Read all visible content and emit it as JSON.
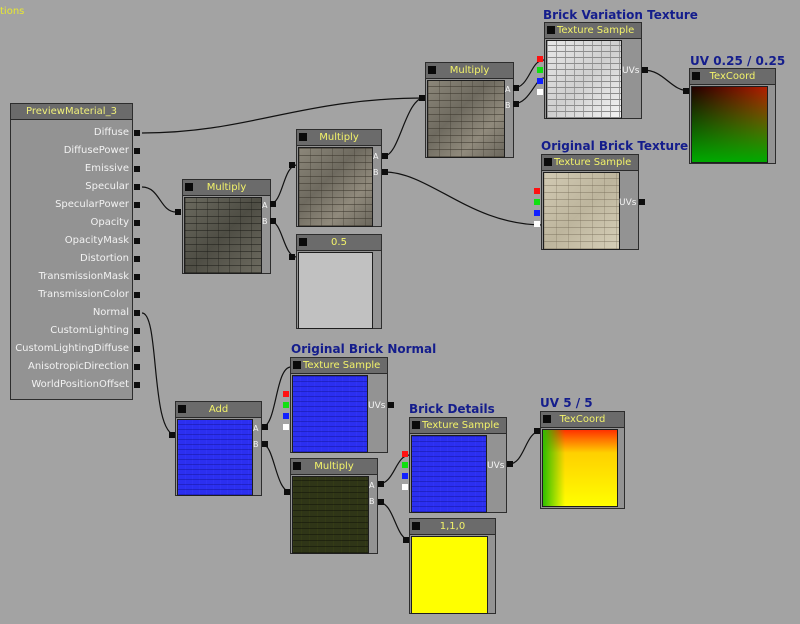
{
  "top_left_fragment": "tions",
  "colors": {
    "canvas": "#a3a3a3",
    "title_blue": "#141d8c",
    "header_text": "#f3f36a"
  },
  "main_node": {
    "title": "PreviewMaterial_3",
    "inputs": [
      "Diffuse",
      "DiffusePower",
      "Emissive",
      "Specular",
      "SpecularPower",
      "Opacity",
      "OpacityMask",
      "Distortion",
      "TransmissionMask",
      "TransmissionColor",
      "Normal",
      "CustomLighting",
      "CustomLightingDiffuse",
      "AnisotropicDirection",
      "WorldPositionOffset"
    ]
  },
  "pin_labels": {
    "a": "A",
    "b": "B",
    "uvs": "UVs"
  },
  "nodes": {
    "multiply_left": {
      "title": "Multiply"
    },
    "multiply_mid": {
      "title": "Multiply"
    },
    "multiply_top": {
      "title": "Multiply"
    },
    "constant_half": {
      "title": "0.5"
    },
    "brick_variation": {
      "caption": "Brick Variation Texture",
      "title": "Texture Sample"
    },
    "uv_quarter": {
      "caption": "UV 0.25 / 0.25",
      "title": "TexCoord"
    },
    "original_brick": {
      "caption": "Original Brick Texture",
      "title": "Texture Sample"
    },
    "add": {
      "title": "Add"
    },
    "original_normal": {
      "caption": "Original Brick Normal",
      "title": "Texture Sample"
    },
    "multiply_bottom": {
      "title": "Multiply"
    },
    "brick_details": {
      "caption": "Brick Details",
      "title": "Texture Sample"
    },
    "uv_five": {
      "caption": "UV 5 / 5",
      "title": "TexCoord"
    },
    "constant_vector": {
      "title": "1,1,0"
    }
  }
}
